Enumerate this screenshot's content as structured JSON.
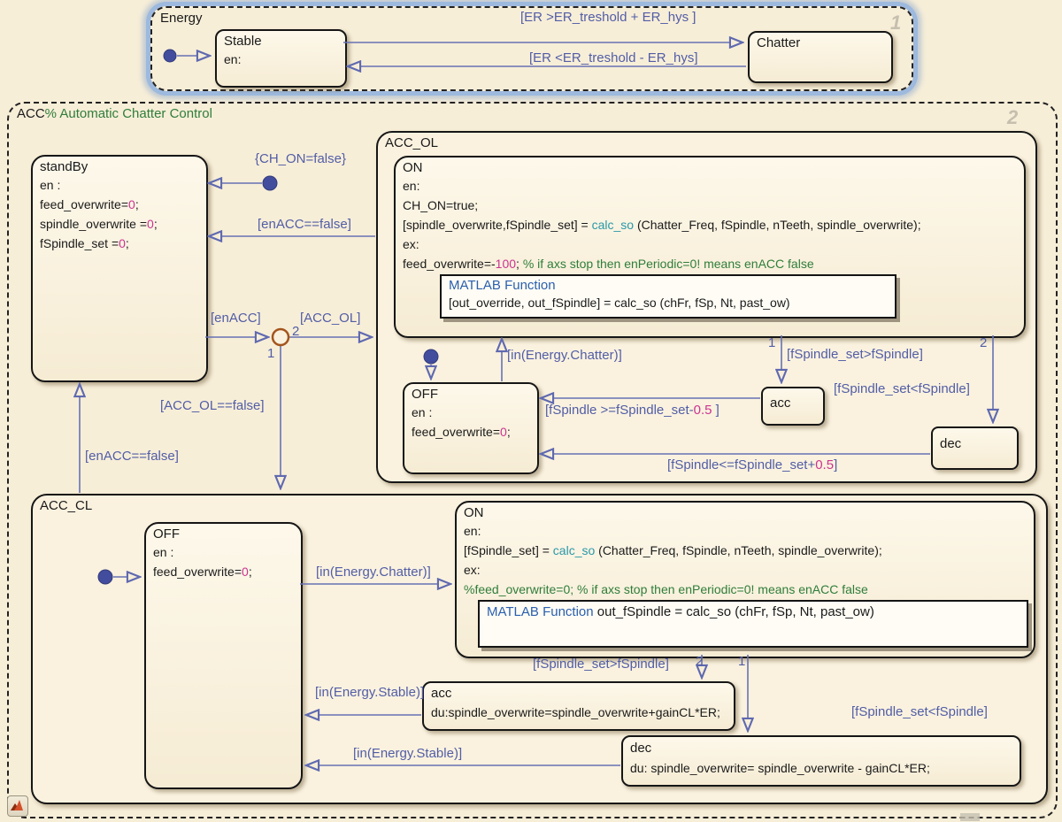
{
  "colors": {
    "canvas_bg": "#f7eed8",
    "transition_blue": "#525da6",
    "comment_green": "#2f7d3a",
    "literal_magenta": "#cc3391",
    "function_teal": "#2a98a8",
    "matlab_blue": "#2b5fae",
    "junction_orange": "#a3541c",
    "selection_glow": "#9db9de"
  },
  "energy": {
    "title": "Energy",
    "number": "1",
    "stable": {
      "title": "Stable",
      "body": "en:"
    },
    "chatter": {
      "title": "Chatter"
    },
    "t_to_chatter": "[ER >ER_treshold + ER_hys ]",
    "t_to_stable": "[ER <ER_treshold - ER_hys]"
  },
  "acc": {
    "title": "ACC",
    "comment": "% Automatic Chatter Control",
    "number": "2",
    "standby": {
      "title": "standBy",
      "lines": [
        [
          [
            "k",
            "en :"
          ]
        ],
        [
          [
            "k",
            "feed_overwrite="
          ],
          [
            "m",
            "0"
          ],
          [
            "k",
            ";"
          ]
        ],
        [
          [
            "k",
            "spindle_overwrite ="
          ],
          [
            "m",
            "0"
          ],
          [
            "k",
            ";"
          ]
        ],
        [
          [
            "k",
            "fSpindle_set ="
          ],
          [
            "m",
            "0"
          ],
          [
            "k",
            ";"
          ]
        ]
      ]
    },
    "t": {
      "ch_on": "{CH_ON=false}",
      "enacc_false_ol": "[enACC==false]",
      "enacc": "[enACC]",
      "acc_ol": "[ACC_OL]",
      "j_branch_2": "2",
      "j_branch_1": "1",
      "acc_ol_false": "[ACC_OL==false]",
      "enacc_false_cl": "[enACC==false]"
    },
    "acc_ol": {
      "title": "ACC_OL",
      "on": {
        "title": "ON",
        "lines": [
          [
            [
              "k",
              "en:"
            ]
          ],
          [
            [
              "k",
              "CH_ON=true;"
            ]
          ],
          [
            [
              "k",
              "[spindle_overwrite,fSpindle_set] = "
            ],
            [
              "t",
              "calc_so"
            ],
            [
              "k",
              " (Chatter_Freq, fSpindle, nTeeth, spindle_overwrite);"
            ]
          ],
          [
            [
              "k",
              "ex:"
            ]
          ],
          [
            [
              "k",
              "feed_overwrite=-"
            ],
            [
              "m",
              "100"
            ],
            [
              "k",
              "; "
            ],
            [
              "g",
              "% if axs stop then enPeriodic=0! means enACC false"
            ]
          ]
        ]
      },
      "mlfcn": {
        "title": "MATLAB Function",
        "signature": "[out_override, out_fSpindle]  = calc_so (chFr, fSp, Nt, past_ow)"
      },
      "off": {
        "title": "OFF",
        "lines": [
          [
            [
              "k",
              "en :"
            ]
          ],
          [
            [
              "k",
              "feed_overwrite="
            ],
            [
              "m",
              "0"
            ],
            [
              "k",
              ";"
            ]
          ]
        ]
      },
      "acc_state": {
        "title": "acc"
      },
      "dec_state": {
        "title": "dec"
      },
      "t": {
        "in_chatter": "[in(Energy.Chatter)]",
        "n1": "1",
        "n2": "2",
        "set_gt": "[fSpindle_set>fSpindle]",
        "set_lt": "[fSpindle_set<fSpindle]",
        "ge": [
          [
            "tb",
            "[fSpindle >=fSpindle_set-"
          ],
          [
            "m",
            "0.5"
          ],
          [
            "tb",
            " ]"
          ]
        ],
        "le": [
          [
            "tb",
            "[fSpindle<=fSpindle_set+"
          ],
          [
            "m",
            "0.5"
          ],
          [
            "tb",
            "]"
          ]
        ]
      }
    },
    "acc_cl": {
      "title": "ACC_CL",
      "off": {
        "title": "OFF",
        "lines": [
          [
            [
              "k",
              "en :"
            ]
          ],
          [
            [
              "k",
              "feed_overwrite="
            ],
            [
              "m",
              "0"
            ],
            [
              "k",
              ";"
            ]
          ]
        ]
      },
      "on": {
        "title": "ON",
        "lines": [
          [
            [
              "k",
              "en:"
            ]
          ],
          [
            [
              "k",
              "[fSpindle_set] = "
            ],
            [
              "t",
              "calc_so"
            ],
            [
              "k",
              " (Chatter_Freq, fSpindle, nTeeth, spindle_overwrite);"
            ]
          ],
          [
            [
              "k",
              "ex:"
            ]
          ],
          [
            [
              "g",
              "%feed_overwrite=0; % if axs stop then enPeriodic=0! means enACC false"
            ]
          ]
        ]
      },
      "mlfcn": {
        "line": [
          [
            "b",
            "MATLAB Function"
          ],
          [
            "k",
            "  out_fSpindle   = calc_so (chFr, fSp, Nt, past_ow)"
          ]
        ]
      },
      "acc_state": {
        "title": "acc",
        "du": [
          [
            "k",
            "du:spindle_overwrite=spindle_overwrite+gainCL*ER;"
          ]
        ]
      },
      "dec_state": {
        "title": "dec",
        "du": [
          [
            "k",
            "du: spindle_overwrite= spindle_overwrite - gainCL*ER;"
          ]
        ]
      },
      "t": {
        "in_chatter": "[in(Energy.Chatter)]",
        "n1": "1",
        "n2": "2",
        "set_gt": "[fSpindle_set>fSpindle]",
        "set_lt": "[fSpindle_set<fSpindle]",
        "in_stable_acc": "[in(Energy.Stable)]",
        "in_stable_dec": "[in(Energy.Stable)]"
      }
    }
  }
}
